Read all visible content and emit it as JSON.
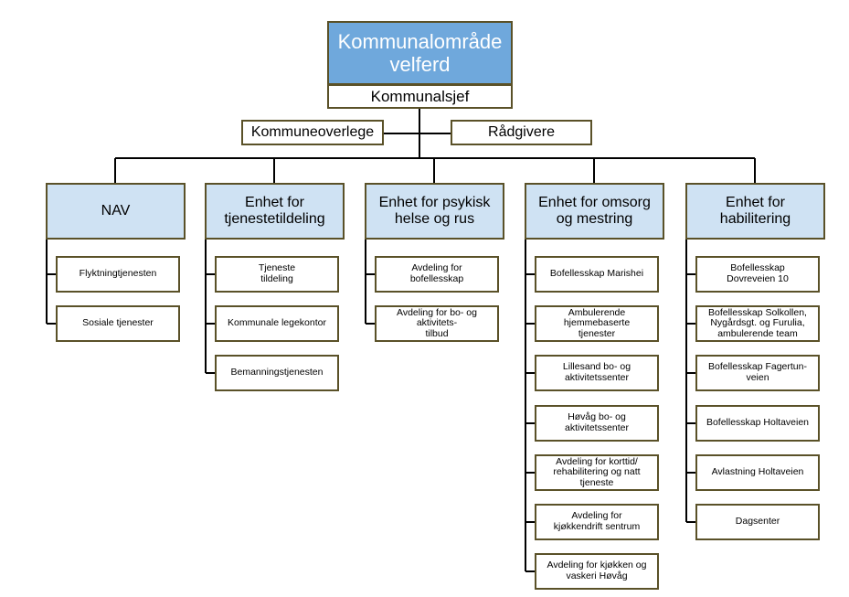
{
  "top": {
    "line1": "Kommunalområde",
    "line2": "velferd"
  },
  "chief": "Kommunalsjef",
  "staff": {
    "left": "Kommuneoverlege",
    "right": "Rådgivere"
  },
  "units": [
    {
      "title": [
        "NAV"
      ],
      "items": [
        [
          "Flyktningtjenesten"
        ],
        [
          "Sosiale tjenester"
        ]
      ]
    },
    {
      "title": [
        "Enhet for",
        "tjenestetildeling"
      ],
      "items": [
        [
          "Tjeneste",
          "tildeling"
        ],
        [
          "Kommunale legekontor"
        ],
        [
          "Bemanningstjenesten"
        ]
      ]
    },
    {
      "title": [
        "Enhet for psykisk",
        "helse og rus"
      ],
      "items": [
        [
          "Avdeling for",
          "bofellesskap"
        ],
        [
          "Avdeling for bo- og",
          "aktivitets-",
          "tilbud"
        ]
      ]
    },
    {
      "title": [
        "Enhet for omsorg",
        "og mestring"
      ],
      "items": [
        [
          "Bofellesskap Marishei"
        ],
        [
          "Ambulerende",
          "hjemmebaserte",
          "tjenester"
        ],
        [
          "Lillesand bo- og",
          "aktivitetssenter"
        ],
        [
          "Høvåg bo- og",
          "aktivitetssenter"
        ],
        [
          "Avdeling for korttid/",
          "rehabilitering og natt",
          "tjeneste"
        ],
        [
          "Avdeling for",
          "kjøkkendrift sentrum"
        ],
        [
          "Avdeling for kjøkken og",
          "vaskeri Høvåg"
        ]
      ]
    },
    {
      "title": [
        "Enhet for",
        "habilitering"
      ],
      "items": [
        [
          "Bofellesskap",
          "Dovreveien 10"
        ],
        [
          "Bofellesskap Solkollen,",
          "Nygårdsgt. og Furulia,",
          "ambulerende team"
        ],
        [
          "Bofellesskap Fagertun-",
          "veien"
        ],
        [
          "Bofellesskap Holtaveien"
        ],
        [
          "Avlastning Holtaveien"
        ],
        [
          "Dagsenter"
        ]
      ]
    }
  ],
  "colors": {
    "top": "#6fa8dc",
    "unit": "#cfe2f3",
    "border": "#5a5128",
    "line": "#000000"
  }
}
